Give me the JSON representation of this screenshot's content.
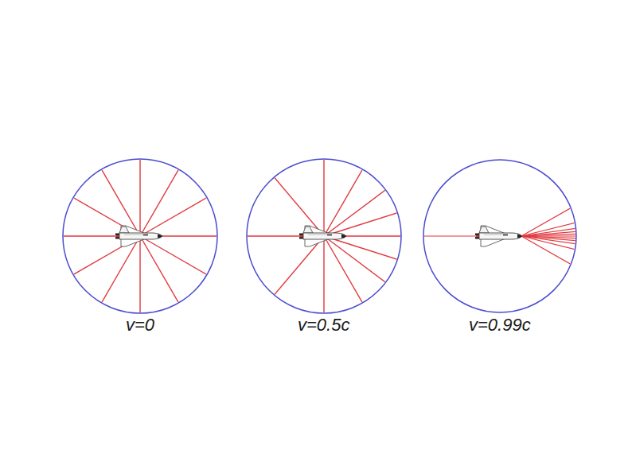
{
  "diagram": {
    "labels": [
      "v=0",
      "v=0.5c",
      "v=0.99c"
    ]
  }
}
